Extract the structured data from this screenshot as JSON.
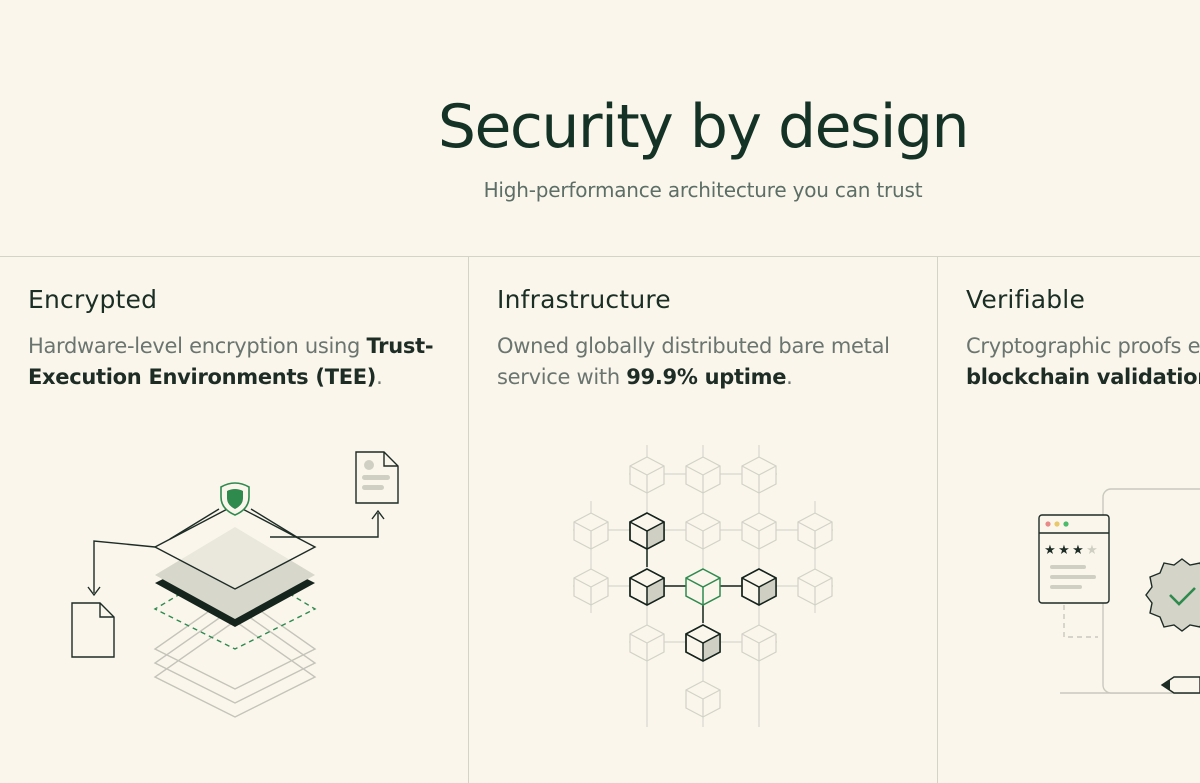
{
  "hero": {
    "title": "Security by design",
    "subtitle": "High-performance architecture you can trust"
  },
  "features": [
    {
      "title": "Encrypted",
      "desc_prefix": "Hardware-level encryption using ",
      "desc_bold": "Trust-Execution Environments (TEE)",
      "desc_suffix": ".",
      "icon": "encryption-layers-icon"
    },
    {
      "title": "Infrastructure",
      "desc_prefix": "Owned globally distributed bare metal service with ",
      "desc_bold": "99.9% uptime",
      "desc_suffix": ".",
      "icon": "node-grid-icon"
    },
    {
      "title": "Verifiable",
      "desc_prefix": "Cryptographic proofs e",
      "desc_bold": "blockchain validation",
      "desc_suffix": ".",
      "icon": "verified-badge-icon"
    }
  ],
  "colors": {
    "background": "#faf6ec",
    "accent_green": "#2f8a4e",
    "ink": "#1a2e24",
    "muted": "#6a756f"
  }
}
